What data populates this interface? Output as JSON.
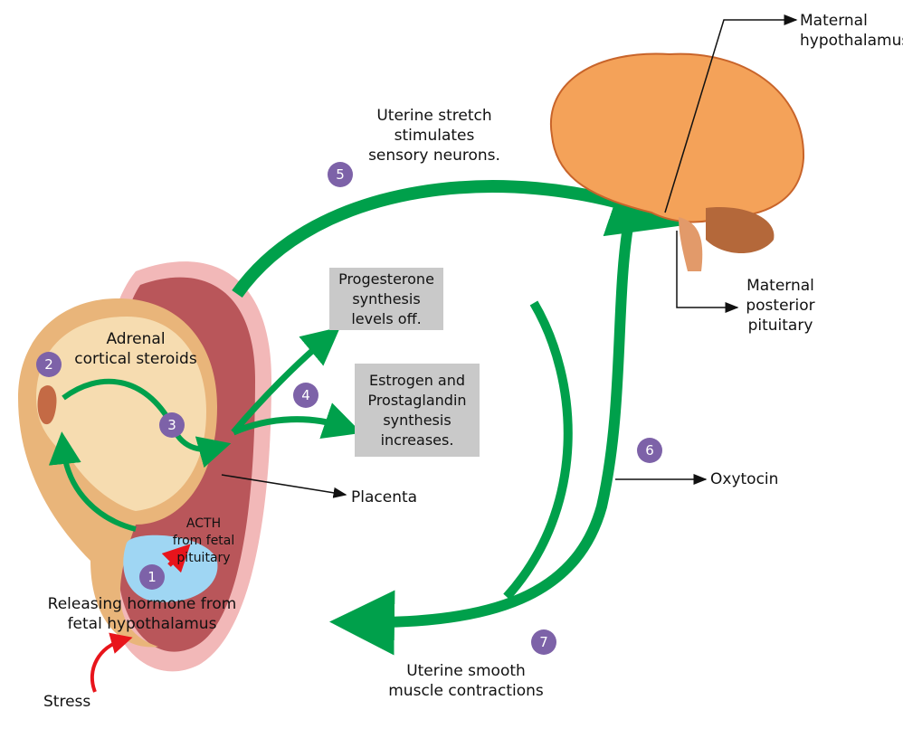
{
  "colors": {
    "arrow_green": "#00a04b",
    "step_circle": "#7d62a8",
    "stress_arrow": "#e8141b",
    "box_fill": "#c9c9c9",
    "uterus": "#b9565a",
    "amniotic": "#f2b8b8",
    "fetus": "#f6dcb0",
    "fluid": "#9fd6f3",
    "brain": "#f4a259"
  },
  "labels": {
    "maternal_hypothalamus": "Maternal\nhypothalamus",
    "uterine_stretch": "Uterine stretch\nstimulates\nsensory neurons.",
    "progesterone": "Progesterone\nsynthesis\nlevels off.",
    "estrogen": "Estrogen and\nProstaglandin\nsynthesis\nincreases.",
    "posterior_pituitary": "Maternal\nposterior\npituitary",
    "oxytocin": "Oxytocin",
    "placenta": "Placenta",
    "contractions": "Uterine smooth\nmuscle contractions",
    "adrenal": "Adrenal\ncortical steroids",
    "acth": "ACTH\nfrom fetal\npituitary",
    "releasing": "Releasing hormone from\nfetal hypothalamus",
    "stress": "Stress"
  },
  "steps": [
    "1",
    "2",
    "3",
    "4",
    "5",
    "6",
    "7"
  ]
}
